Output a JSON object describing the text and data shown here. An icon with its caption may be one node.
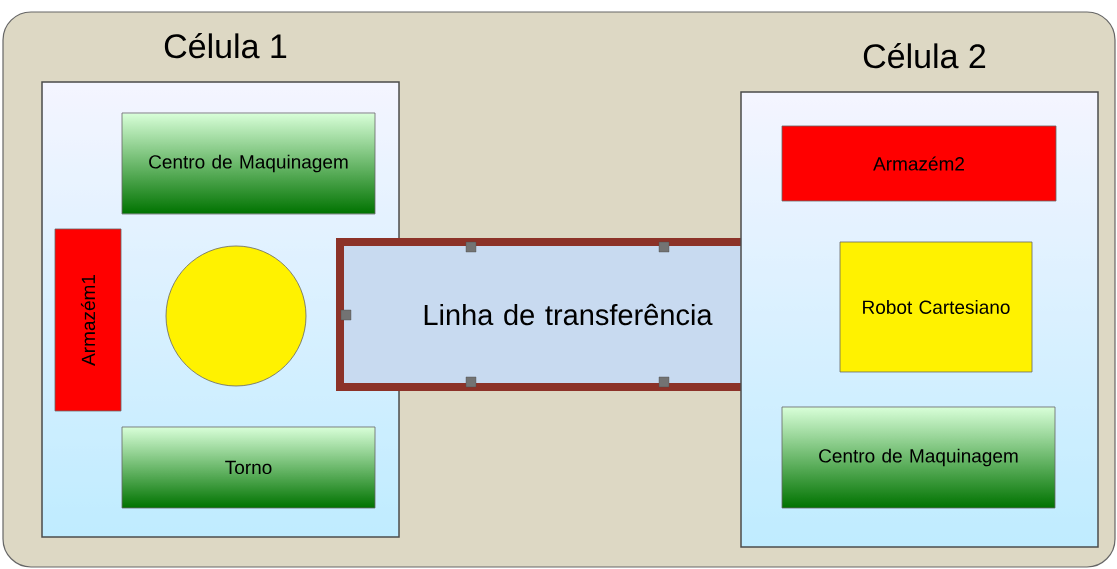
{
  "diagram": {
    "nodes": [
      {
        "text": [
          "Célula 1"
        ]
      },
      {
        "text": [
          "Centro de Maquinagem"
        ],
        "in": 0
      },
      {
        "text": [
          "Armazém1"
        ],
        "in": 0
      },
      {
        "text": [],
        "shape": "circle",
        "in": 0
      },
      {
        "text": [
          "Torno"
        ],
        "in": 0
      },
      {
        "text": [
          "Linha de transferência"
        ]
      },
      {
        "text": [
          "Célula 2"
        ]
      },
      {
        "text": [
          "Armazém2"
        ],
        "in": 6
      },
      {
        "text": [
          "Robot Cartesiano"
        ],
        "in": 6
      },
      {
        "text": [
          "Centro de Maquinagem"
        ],
        "in": 6
      }
    ]
  }
}
